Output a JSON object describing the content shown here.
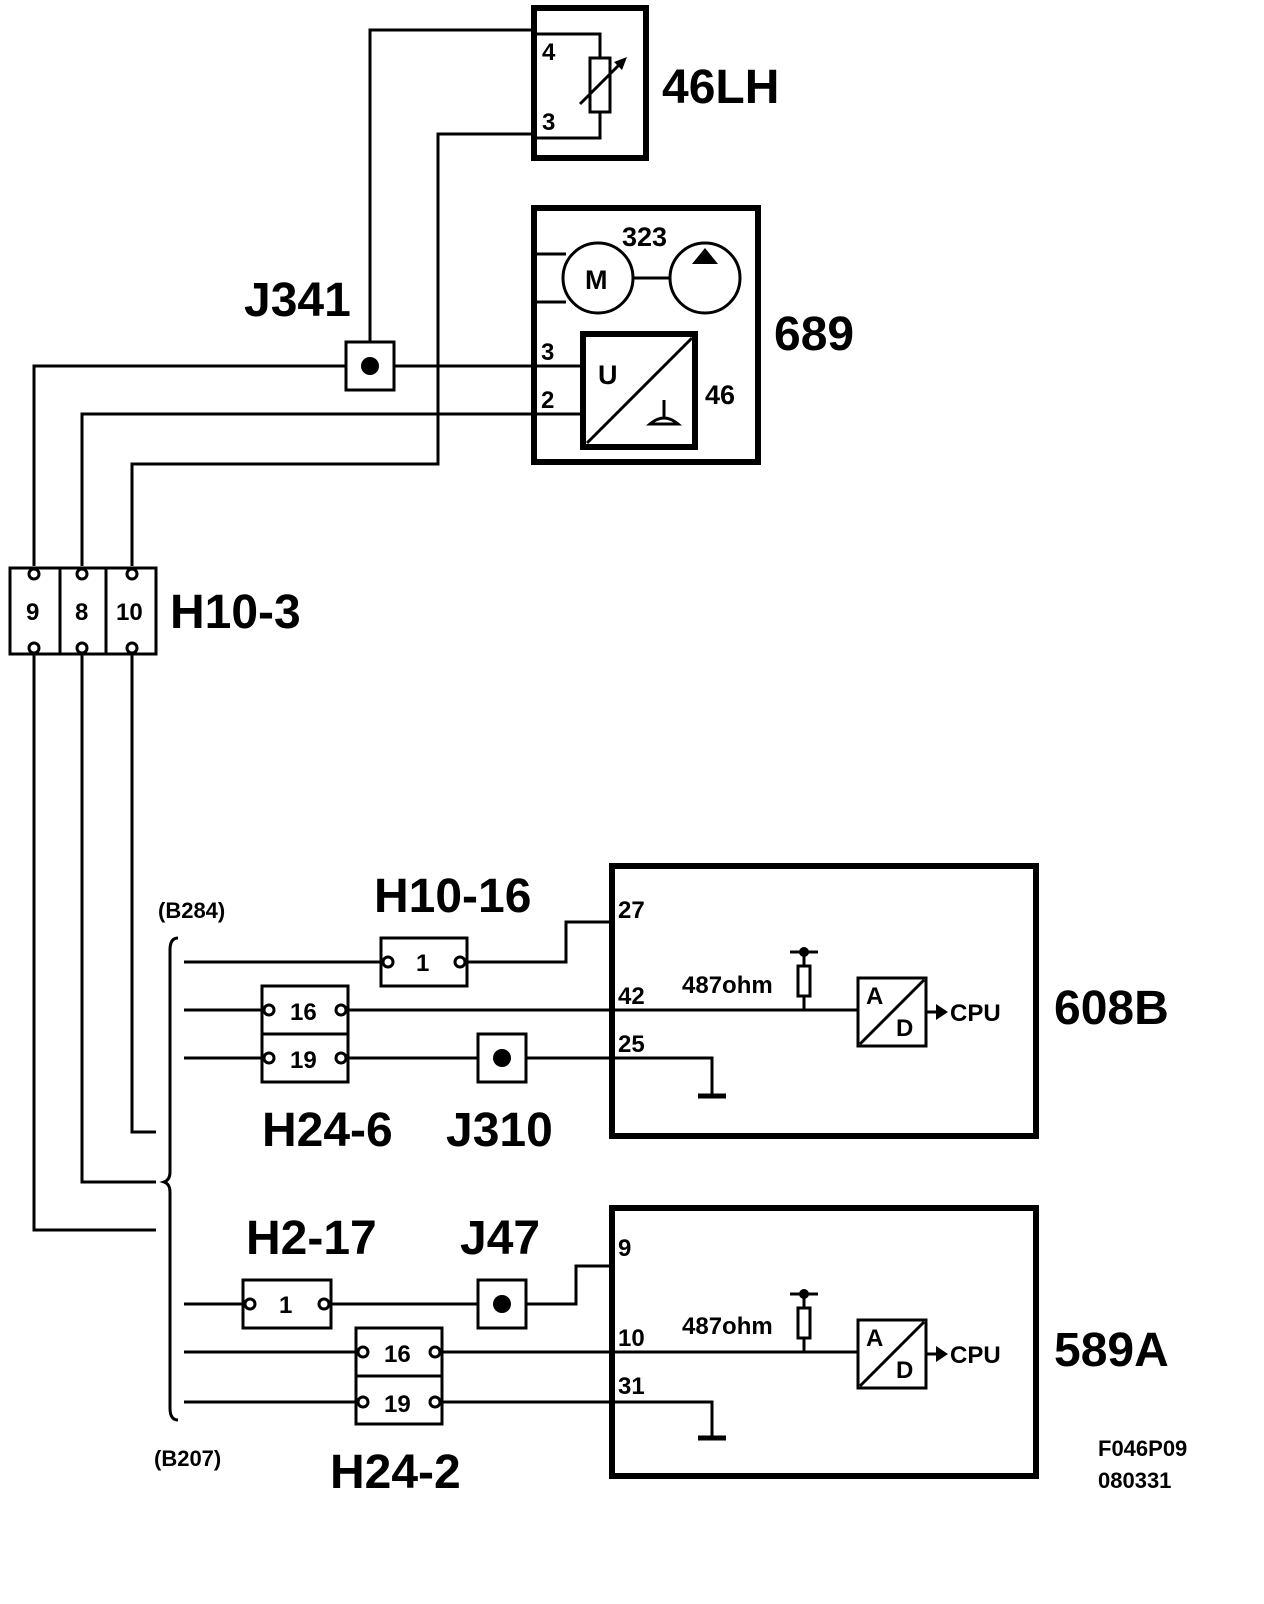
{
  "components": {
    "sensor_46lh": {
      "label": "46LH",
      "pins": [
        "4",
        "3"
      ]
    },
    "pump_689": {
      "label": "689",
      "sub_label": "323",
      "motor_label": "M",
      "sensor_label": "46",
      "converter_label": "U",
      "pins": [
        "3",
        "2"
      ]
    },
    "junction_j341": {
      "label": "J341"
    },
    "connector_h10_3": {
      "label": "H10-3",
      "pins": [
        "9",
        "8",
        "10"
      ]
    },
    "connector_h10_16": {
      "label": "H10-16",
      "pin": "1"
    },
    "connector_h24_6": {
      "label": "H24-6",
      "pins": [
        "16",
        "19"
      ]
    },
    "junction_j310": {
      "label": "J310"
    },
    "ecu_608b": {
      "label": "608B",
      "pins": [
        "27",
        "42",
        "25"
      ],
      "resistor": "487ohm",
      "adc_a": "A",
      "adc_d": "D",
      "output": "CPU"
    },
    "connector_h2_17": {
      "label": "H2-17",
      "pin": "1"
    },
    "junction_j47": {
      "label": "J47"
    },
    "connector_h24_2": {
      "label": "H24-2",
      "pins": [
        "16",
        "19"
      ]
    },
    "ecu_589a": {
      "label": "589A",
      "pins": [
        "9",
        "10",
        "31"
      ],
      "resistor": "487ohm",
      "adc_a": "A",
      "adc_d": "D",
      "output": "CPU"
    }
  },
  "harness": {
    "top": "(B284)",
    "bottom": "(B207)"
  },
  "reference": {
    "code": "F046P09",
    "date": "080331"
  }
}
